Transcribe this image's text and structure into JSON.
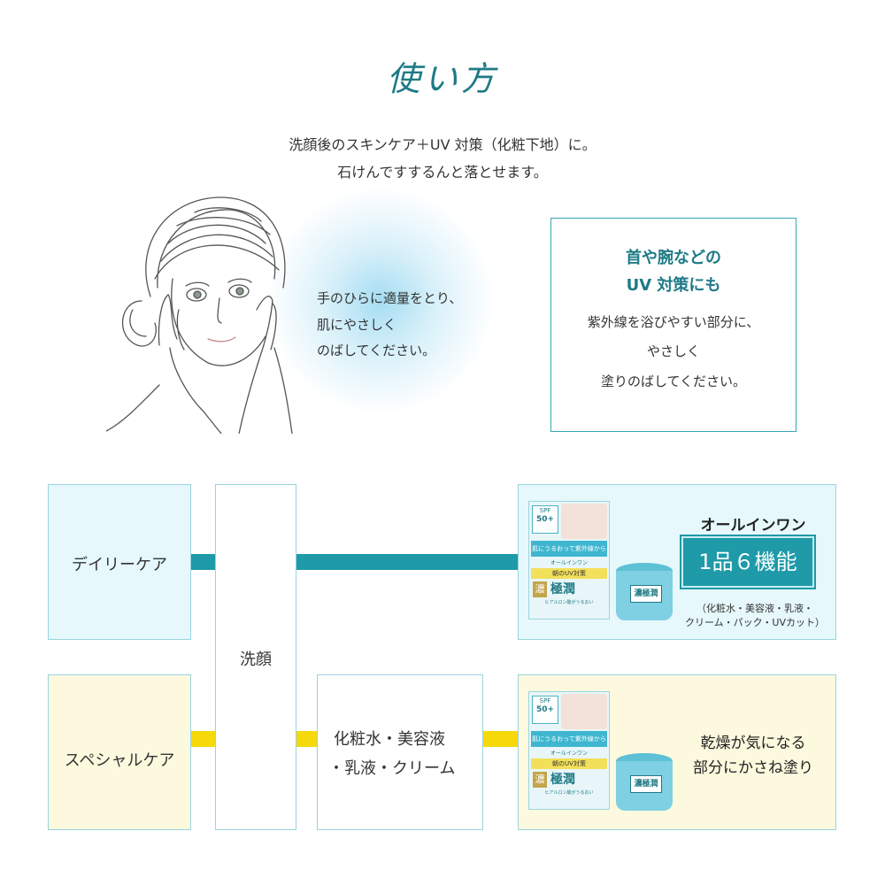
{
  "page": {
    "title": "使い方",
    "intro_line1": "洗顔後のスキンケア＋UV 対策（化粧下地）に。",
    "intro_line2": "石けんですするんと落とせます。"
  },
  "step": {
    "line1": "手のひらに適量をとり、",
    "line2": "肌にやさしく",
    "line3": "のばしてください。"
  },
  "tip": {
    "heading1": "首や腕などの",
    "heading2": "UV 対策にも",
    "body1": "紫外線を浴びやすい部分に、",
    "body2": "やさしく",
    "body3": "塗りのばしてください。"
  },
  "flow": {
    "daily_label": "デイリーケア",
    "special_label": "スペシャルケア",
    "wash_label": "洗顔",
    "skincare_line1": "化粧水・美容液",
    "skincare_line2": "・乳液・クリーム",
    "allinone_label": "オールインワン",
    "functions_label": "1品６機能",
    "functions_detail1": "（化粧水・美容液・乳液・",
    "functions_detail2": "クリーム・パック・UVカット）",
    "special_note1": "乾燥が気になる",
    "special_note2": "部分にかさね塗り"
  },
  "product": {
    "spf": "SPF",
    "spf_value": "50+",
    "catch": "肌にうるおって紫外線からバリア",
    "allinone_tag": "オールインワン",
    "uv_tag": "朝のUV対策",
    "kanji": "濃",
    "brand": "極潤",
    "note": "ヒアルロン酸がうるおい",
    "jar_label": "濃極潤"
  },
  "colors": {
    "accent": "#1e7a86",
    "teal_bar": "#1f9aa8",
    "yellow_bar": "#f5d90a",
    "daily_bg": "#e6f8fb",
    "special_bg": "#fdf9de"
  }
}
